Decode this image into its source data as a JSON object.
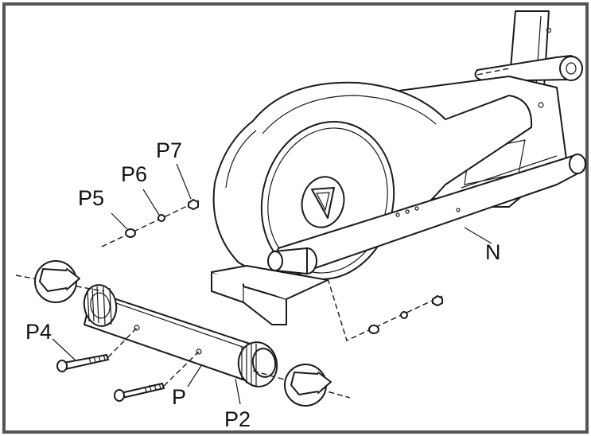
{
  "labels": {
    "p7": "P7",
    "p6": "P6",
    "p5": "P5",
    "p4": "P4",
    "p": "P",
    "p2": "P2",
    "n": "N"
  },
  "colors": {
    "line": "#1a1a1a",
    "background": "#ffffff",
    "frame": "#555555"
  }
}
